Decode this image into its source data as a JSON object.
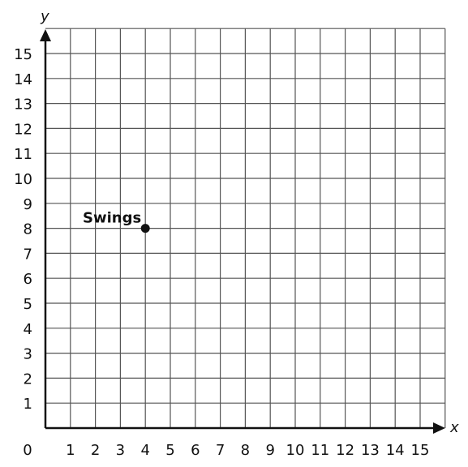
{
  "chart_data": {
    "type": "scatter",
    "xlabel": "x",
    "ylabel": "y",
    "xlim": [
      0,
      16
    ],
    "ylim": [
      0,
      16
    ],
    "grid": true,
    "origin_label": "0",
    "x_ticks": [
      "1",
      "2",
      "3",
      "4",
      "5",
      "6",
      "7",
      "8",
      "9",
      "10",
      "11",
      "12",
      "13",
      "14",
      "15"
    ],
    "y_ticks": [
      "1",
      "2",
      "3",
      "4",
      "5",
      "6",
      "7",
      "8",
      "9",
      "10",
      "11",
      "12",
      "13",
      "14",
      "15"
    ],
    "points": [
      {
        "x": 4,
        "y": 8,
        "label": "Swings"
      }
    ],
    "colors": {
      "grid": "#555555",
      "axis": "#111111",
      "point": "#111111"
    }
  }
}
